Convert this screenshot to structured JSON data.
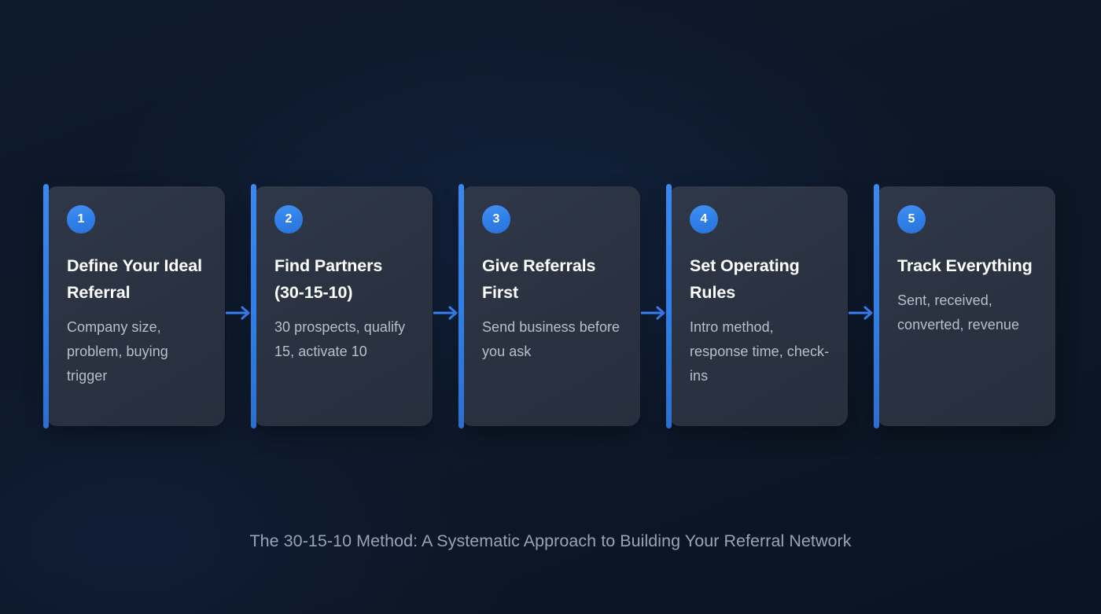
{
  "theme": {
    "background": "#0d1829",
    "card_bg": "#2b3343",
    "accent": "#2f7fe8",
    "title_color": "#ffffff",
    "desc_color": "#b7bfcb",
    "caption_color": "#9aa3b4"
  },
  "diagram": {
    "type": "horizontal-process-flow",
    "step_count": 5,
    "connector_icon": "arrow-right-icon",
    "steps": [
      {
        "number": "1",
        "title": "Define Your Ideal Referral",
        "description": "Company size, problem, buying trigger"
      },
      {
        "number": "2",
        "title": "Find Partners (30-15-10)",
        "description": "30 prospects, qualify 15, activate 10"
      },
      {
        "number": "3",
        "title": "Give Referrals First",
        "description": "Send business before you ask"
      },
      {
        "number": "4",
        "title": "Set Operating Rules",
        "description": "Intro method, response time, check-ins"
      },
      {
        "number": "5",
        "title": "Track Everything",
        "description": "Sent, received, converted, revenue"
      }
    ]
  },
  "caption": "The 30-15-10 Method: A Systematic Approach to Building Your Referral Network"
}
